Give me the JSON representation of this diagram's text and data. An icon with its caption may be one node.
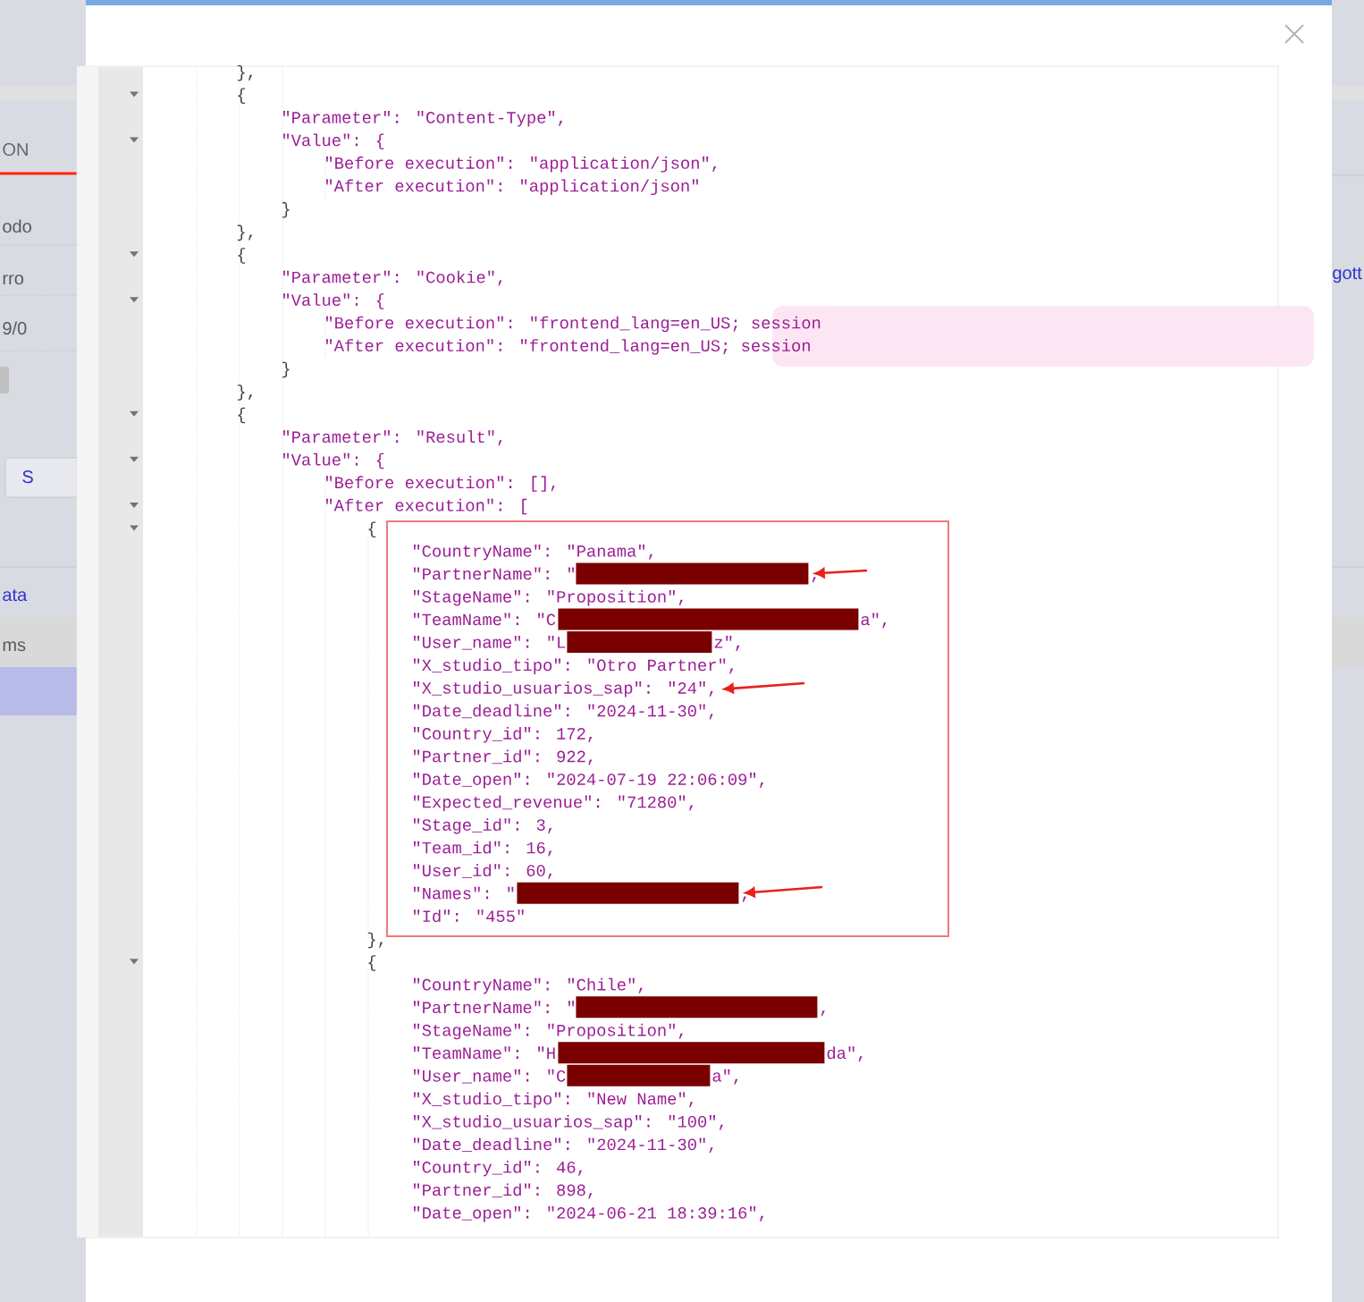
{
  "diagram": {
    "nodes": [
      {
        "text": [
          "\"CountryName\": \"Panama\",",
          "\"PartnerName\": \"",
          ",",
          "\"StageName\": \"Proposition\",",
          "\"TeamName\": \"C",
          "a\",",
          "\"User_name\": \"L",
          "z\",",
          "\"X_studio_tipo\": \"Otro Partner\",",
          "\"Date_deadline\": \"2024-11-30\",",
          "\"Country_id\": 172,",
          "\"Partner_id\": 922,",
          "\"Date_open\": \"2024-07-19 22:06:09\",",
          "\"Expected_revenue\": \"71280\",",
          "\"Stage_id\": 3,",
          "\"Team_id\": 16,",
          "\"User_id\": 60,",
          "\"Names\": \"",
          ",",
          "\"Id\": \"455\""
        ]
      },
      {
        "text": [],
        "shape": "bar",
        "in": 0
      },
      {
        "text": [],
        "shape": "bar",
        "in": 0
      },
      {
        "text": [],
        "shape": "bar",
        "in": 0
      },
      {
        "text": [
          "\"X_studio_usuarios_sap\": \"24\","
        ],
        "in": 0
      },
      {
        "text": [],
        "shape": "bar",
        "in": 0
      },
      {
        "text": [],
        "shape": "bar"
      },
      {
        "text": [],
        "shape": "bar"
      },
      {
        "text": [],
        "shape": "bar"
      }
    ],
    "edges": [
      {
        "from": null,
        "to": 1,
        "arrow": "to"
      },
      {
        "from": null,
        "to": 4,
        "arrow": "to"
      },
      {
        "from": null,
        "to": 5,
        "arrow": "to"
      }
    ],
    "labels": [
      "ON",
      "odo",
      "rro",
      "9/0",
      "S",
      "ata",
      "ms",
      "gott",
      "},",
      "{",
      "\"Parameter\": \"Content-Type\",",
      "\"Value\": {",
      "\"Before execution\": \"application/json\",",
      "\"After execution\": \"application/json\"",
      "}",
      "},",
      "{",
      "\"Parameter\": \"Cookie\",",
      "\"Value\": {",
      "\"Before execution\": \"frontend_lang=en_US; session",
      "\"After execution\": \"frontend_lang=en_US; session",
      "}",
      "},",
      "{",
      "\"Parameter\": \"Result\",",
      "\"Value\": {",
      "\"Before execution\": [],",
      "\"After execution\": [",
      "{",
      "},",
      "{",
      "\"CountryName\": \"Chile\",",
      "\"PartnerName\": \"",
      ",",
      "\"StageName\": \"Proposition\",",
      "\"TeamName\": \"H",
      "da\",",
      "\"User_name\": \"C",
      "a\",",
      "\"X_studio_tipo\": \"New Name\",",
      "\"X_studio_usuarios_sap\": \"100\",",
      "\"Date_deadline\": \"2024-11-30\",",
      "\"Country_id\": 46,",
      "\"Partner_id\": 898,",
      "\"Date_open\": \"2024-06-21 18:39:16\","
    ]
  }
}
